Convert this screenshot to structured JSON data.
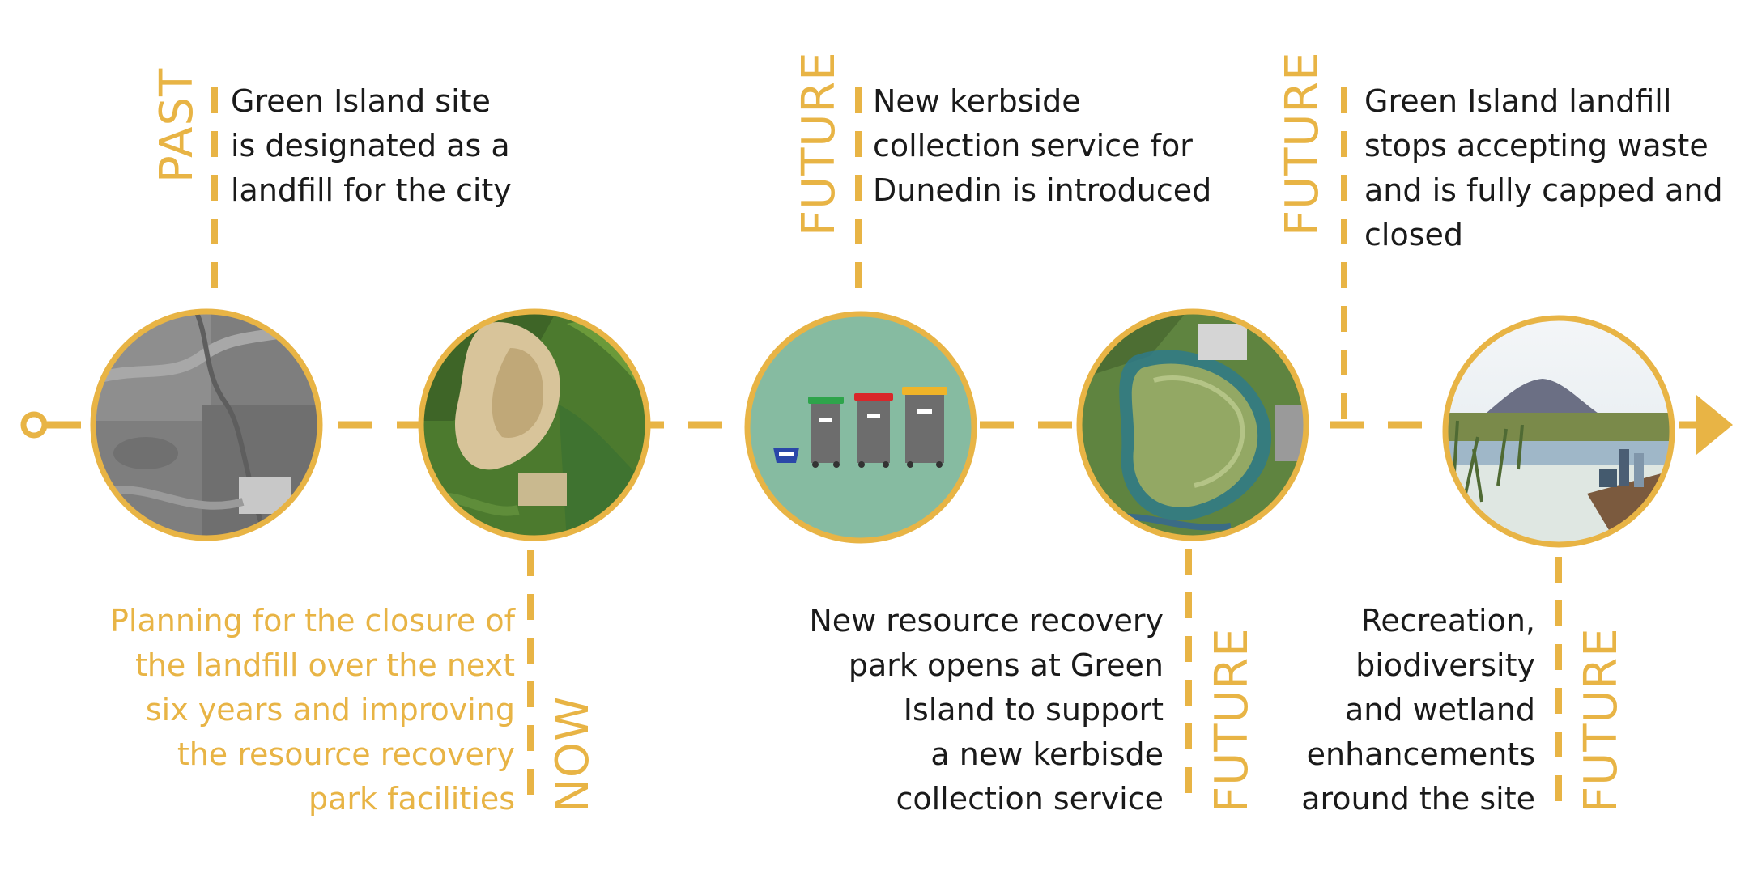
{
  "colors": {
    "accent": "#e8b445",
    "text": "#1a1a1a",
    "bin_background": "#86bba1"
  },
  "events": [
    {
      "tag": "PAST",
      "lines": [
        "Green Island site",
        "is designated as a",
        "landfill for the city"
      ],
      "image_icon": "aerial-photo-historic-icon"
    },
    {
      "tag": "NOW",
      "lines": [
        "Planning for the closure of",
        "the landfill over the next",
        "six years and improving",
        "the resource recovery",
        "park facilities"
      ],
      "image_icon": "aerial-photo-landfill-icon"
    },
    {
      "tag": "FUTURE",
      "lines": [
        "New kerbside",
        "collection service for",
        "Dunedin is introduced"
      ],
      "image_icon": "wheelie-bins-icon"
    },
    {
      "tag": "FUTURE",
      "lines": [
        "New resource recovery",
        "park opens at Green",
        "Island  to support",
        "a new kerbisde",
        "collection service"
      ],
      "image_icon": "aerial-photo-capped-landfill-icon"
    },
    {
      "tag": "FUTURE",
      "lines": [
        "Green Island landfill",
        "stops accepting waste",
        "and is fully capped and",
        "closed"
      ],
      "image_icon": null
    },
    {
      "tag": "FUTURE",
      "lines": [
        "Recreation,",
        "biodiversity",
        "and wetland",
        "enhancements",
        "around the site"
      ],
      "image_icon": "wetland-boardwalk-illustration-icon"
    }
  ]
}
